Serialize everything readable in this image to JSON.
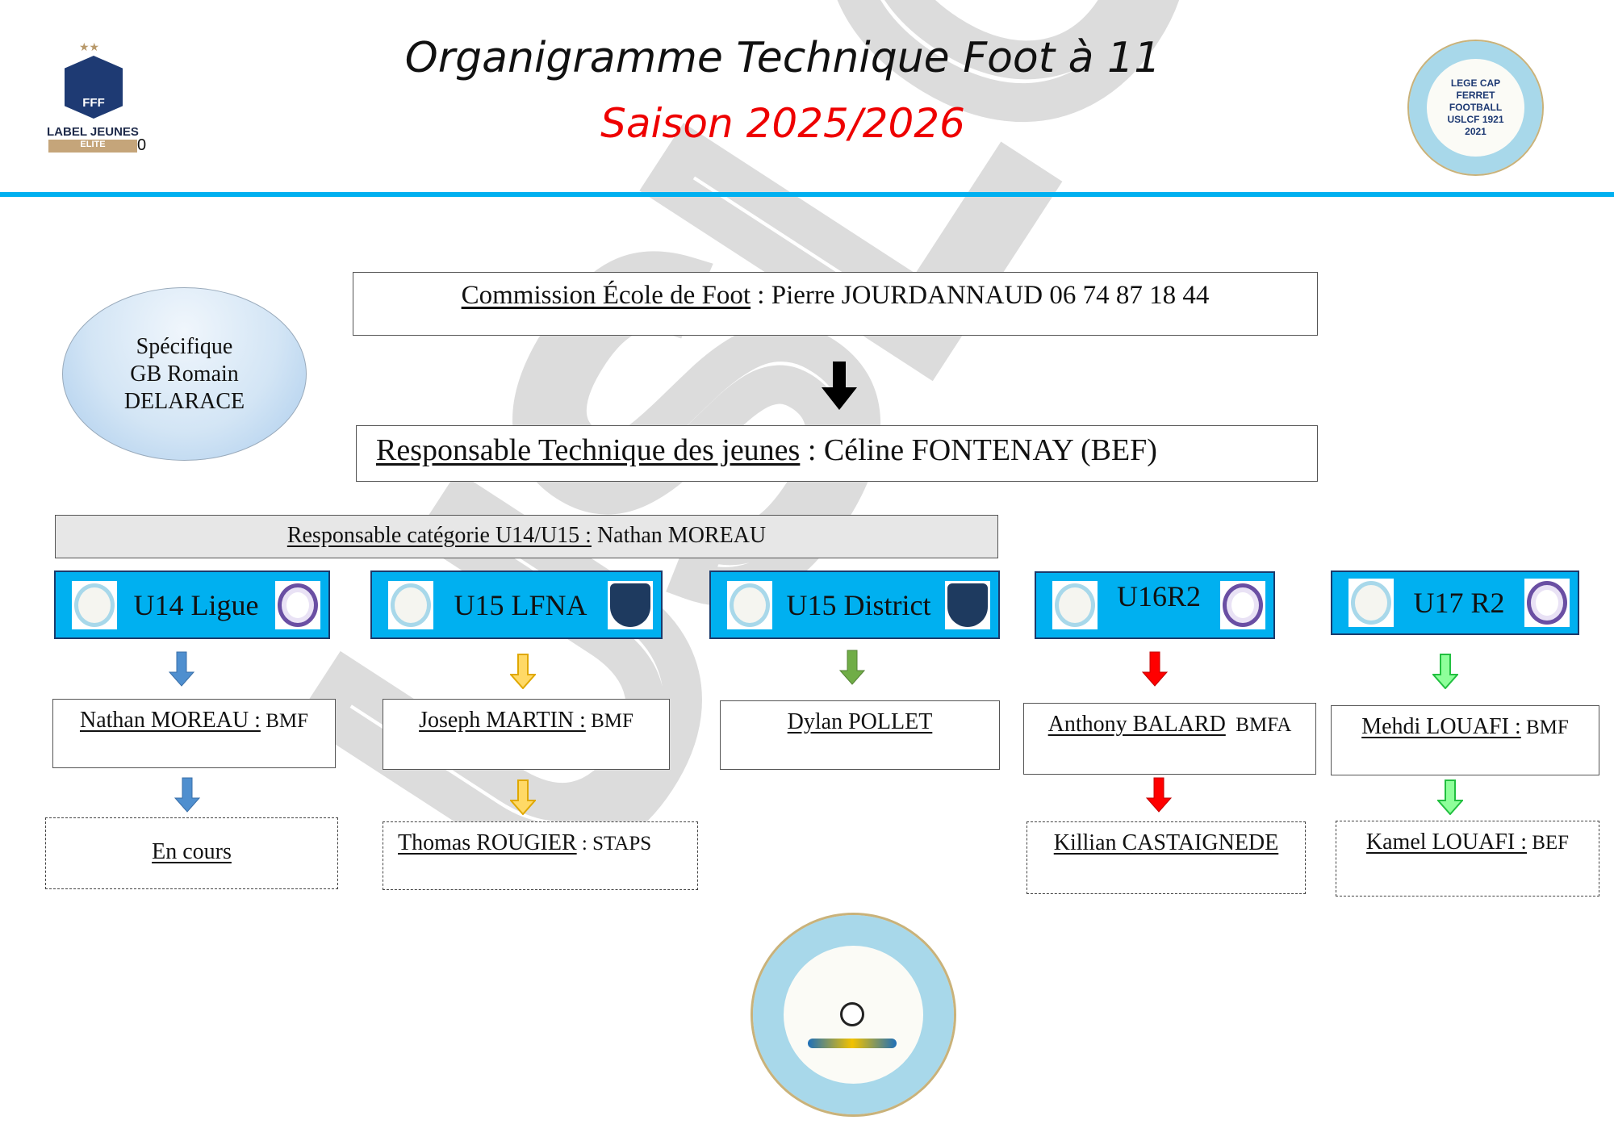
{
  "header": {
    "title": "Organigramme Technique Foot à 11",
    "season": "Saison 2025/2026",
    "fff_logo_text": "FFF",
    "fff_label": "LABEL JEUNES",
    "fff_badge": "ELITE",
    "fff_suffix": "0",
    "club_logo_text": "LEGE CAP FERRET FOOTBALL USLCF 1921 2021"
  },
  "watermark": "USLCF",
  "specific": {
    "lines": [
      "Spécifique",
      "GB Romain",
      "DELARACE"
    ]
  },
  "commission": {
    "label": "Commission École de Foot",
    "value": " : Pierre JOURDANNAUD 06 74 87 18 44"
  },
  "technical": {
    "label": "Responsable Technique des jeunes",
    "value": " : Céline FONTENAY (BEF)"
  },
  "category_head": {
    "label": "Responsable catégorie U14/U15 :",
    "value": " Nathan MOREAU"
  },
  "colors": {
    "header_bar": "#00b0f0",
    "category_box": "#00b0f0",
    "arrow_u14": "#4f8fcf",
    "arrow_u15_lfna": "#ffc000",
    "arrow_u15_district": "#70ad47",
    "arrow_u16": "#ff0000",
    "arrow_u17": "#7dff8a"
  },
  "teams": [
    {
      "name": "U14 Ligue",
      "coach": {
        "name": "Nathan MOREAU :",
        "suffix": " BMF"
      },
      "assistant": {
        "name": "En cours",
        "suffix": ""
      }
    },
    {
      "name": "U15 LFNA",
      "coach": {
        "name": "Joseph MARTIN :",
        "suffix": " BMF"
      },
      "assistant": {
        "name": "Thomas ROUGIER",
        "suffix": " : STAPS"
      }
    },
    {
      "name": "U15 District",
      "coach": {
        "name": "Dylan POLLET",
        "suffix": ""
      }
    },
    {
      "name": "U16R2",
      "coach": {
        "name": "Anthony BALARD",
        "suffix": "  BMFA"
      },
      "assistant": {
        "name": "Killian CASTAIGNEDE",
        "suffix": ""
      }
    },
    {
      "name": "U17 R2",
      "coach": {
        "name": "Mehdi LOUAFI :",
        "suffix": " BMF"
      },
      "assistant": {
        "name": "Kamel LOUAFI :",
        "suffix": " BEF"
      }
    }
  ]
}
